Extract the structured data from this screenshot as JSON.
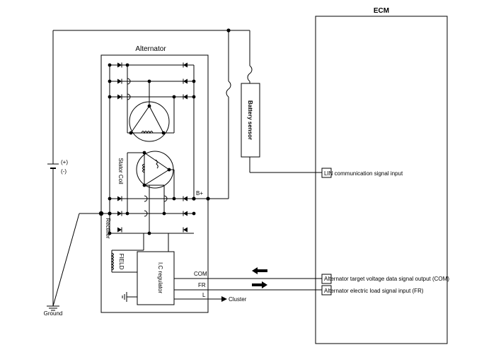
{
  "ecm": {
    "title": "ECM"
  },
  "alternator": {
    "title": "Alternator"
  },
  "battery": {
    "plus": "(+)",
    "minus": "(-)"
  },
  "ground": {
    "label": "Ground"
  },
  "battery_sensor": {
    "label": "Battery sensor"
  },
  "stator_coil": {
    "label": "Stator Coil"
  },
  "rectifier": {
    "label": "Rectifier"
  },
  "field": {
    "label": "FIELD"
  },
  "ic_regulator": {
    "label": "I.C regulator"
  },
  "terminals": {
    "b_plus": "B+",
    "com": "COM",
    "fr": "FR",
    "l": "L"
  },
  "cluster": {
    "label": "Cluster"
  },
  "ecm_inputs": {
    "lin": "LIN communication signal input",
    "com": "Alternator target voltage data signal output (COM)",
    "fr": "Alternator electric load signal input (FR)"
  }
}
